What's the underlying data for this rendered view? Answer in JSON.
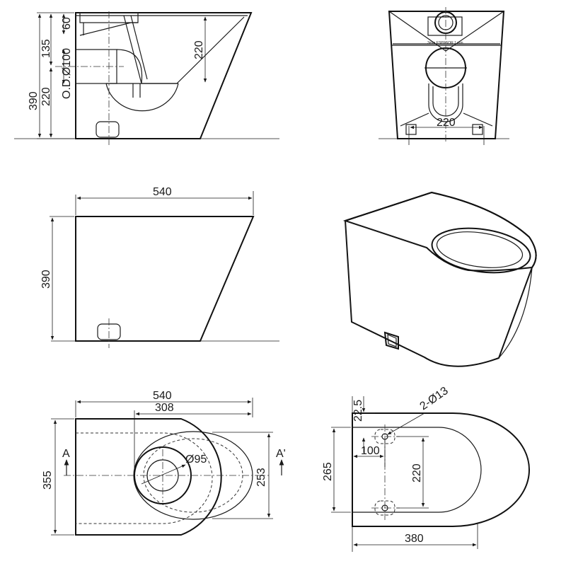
{
  "side_section": {
    "dim_total_height": "390",
    "dim_upper": "135",
    "dim_lower": "220",
    "dim_top": "60",
    "dim_outlet": "O.D.Ø100",
    "dim_inner": "220"
  },
  "rear_view": {
    "dim_base": "220",
    "plate_text": "3mm ESPESOR 1 mm"
  },
  "side_view": {
    "dim_length": "540",
    "dim_height": "390"
  },
  "plan_view": {
    "dim_length": "540",
    "dim_center": "308",
    "dim_outlet_dia": "Ø95",
    "dim_width": "355",
    "dim_bowl": "253",
    "section_left": "A",
    "section_right": "A'"
  },
  "mount_view": {
    "dim_depth": "265",
    "dim_edge": "22.5",
    "dim_holes": "2-Ø13",
    "dim_offset": "100",
    "dim_spacing": "220",
    "dim_width": "380"
  }
}
